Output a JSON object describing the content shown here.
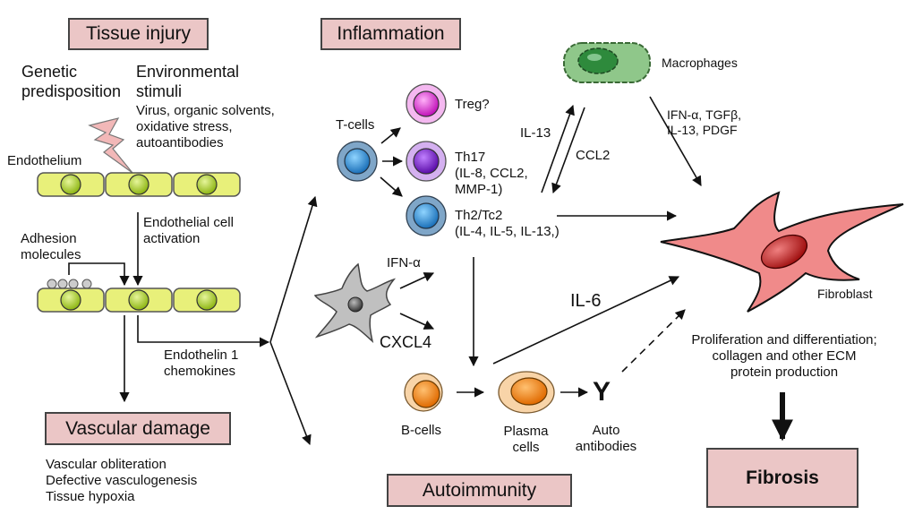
{
  "boxes": {
    "tissue_injury": "Tissue injury",
    "inflammation": "Inflammation",
    "vascular_damage": "Vascular damage",
    "autoimmunity": "Autoimmunity",
    "fibrosis": "Fibrosis"
  },
  "labels": {
    "genetic": [
      "Genetic",
      "predisposition"
    ],
    "environmental": [
      "Environmental",
      "stimuli"
    ],
    "environmental_examples": [
      "Virus, organic solvents,",
      "oxidative stress,",
      "autoantibodies"
    ],
    "endothelium": "Endothelium",
    "endothelial_activation": [
      "Endothelial cell",
      "activation"
    ],
    "adhesion": [
      "Adhesion",
      "molecules"
    ],
    "endothelin": [
      "Endothelin 1",
      "chemokines"
    ],
    "vascular_effects": [
      "Vascular obliteration",
      "Defective vasculogenesis",
      "Tissue hypoxia"
    ],
    "tcells": "T-cells",
    "treg": "Treg?",
    "th17": [
      "Th17",
      "(IL-8, CCL2,",
      "MMP-1)"
    ],
    "th2": [
      "Th2/Tc2",
      "(IL-4, IL-5, IL-13,)"
    ],
    "il13": "IL-13",
    "ccl2": "CCL2",
    "macrophages": "Macrophages",
    "macrophage_factors": [
      "IFN-α, TGFβ,",
      "IL-13, PDGF"
    ],
    "ifn_alpha": "IFN-α",
    "cxcl4": "CXCL4",
    "il6": "IL-6",
    "fibroblast": "Fibroblast",
    "fibroblast_effects": [
      "Proliferation and differentiation;",
      "collagen and other ECM",
      "protein production"
    ],
    "bcells": "B-cells",
    "plasma": [
      "Plasma",
      "cells"
    ],
    "autoantibodies": [
      "Auto",
      "antibodies"
    ],
    "antibody_glyph": "Y"
  },
  "colors": {
    "box_fill": "#ebc6c6",
    "endothelial_cell": "#e8f07a",
    "endothelial_nucleus": "#9cc21c",
    "treg": "#e040d8",
    "th17": "#7a1fc8",
    "tcell": "#2a8fd6",
    "bcell": "#f08a1a",
    "macrophage": "#8fc78a",
    "fibroblast": "#f08080",
    "fibroblast_nucleus": "#b01818",
    "dendritic": "#bdbdbd"
  }
}
